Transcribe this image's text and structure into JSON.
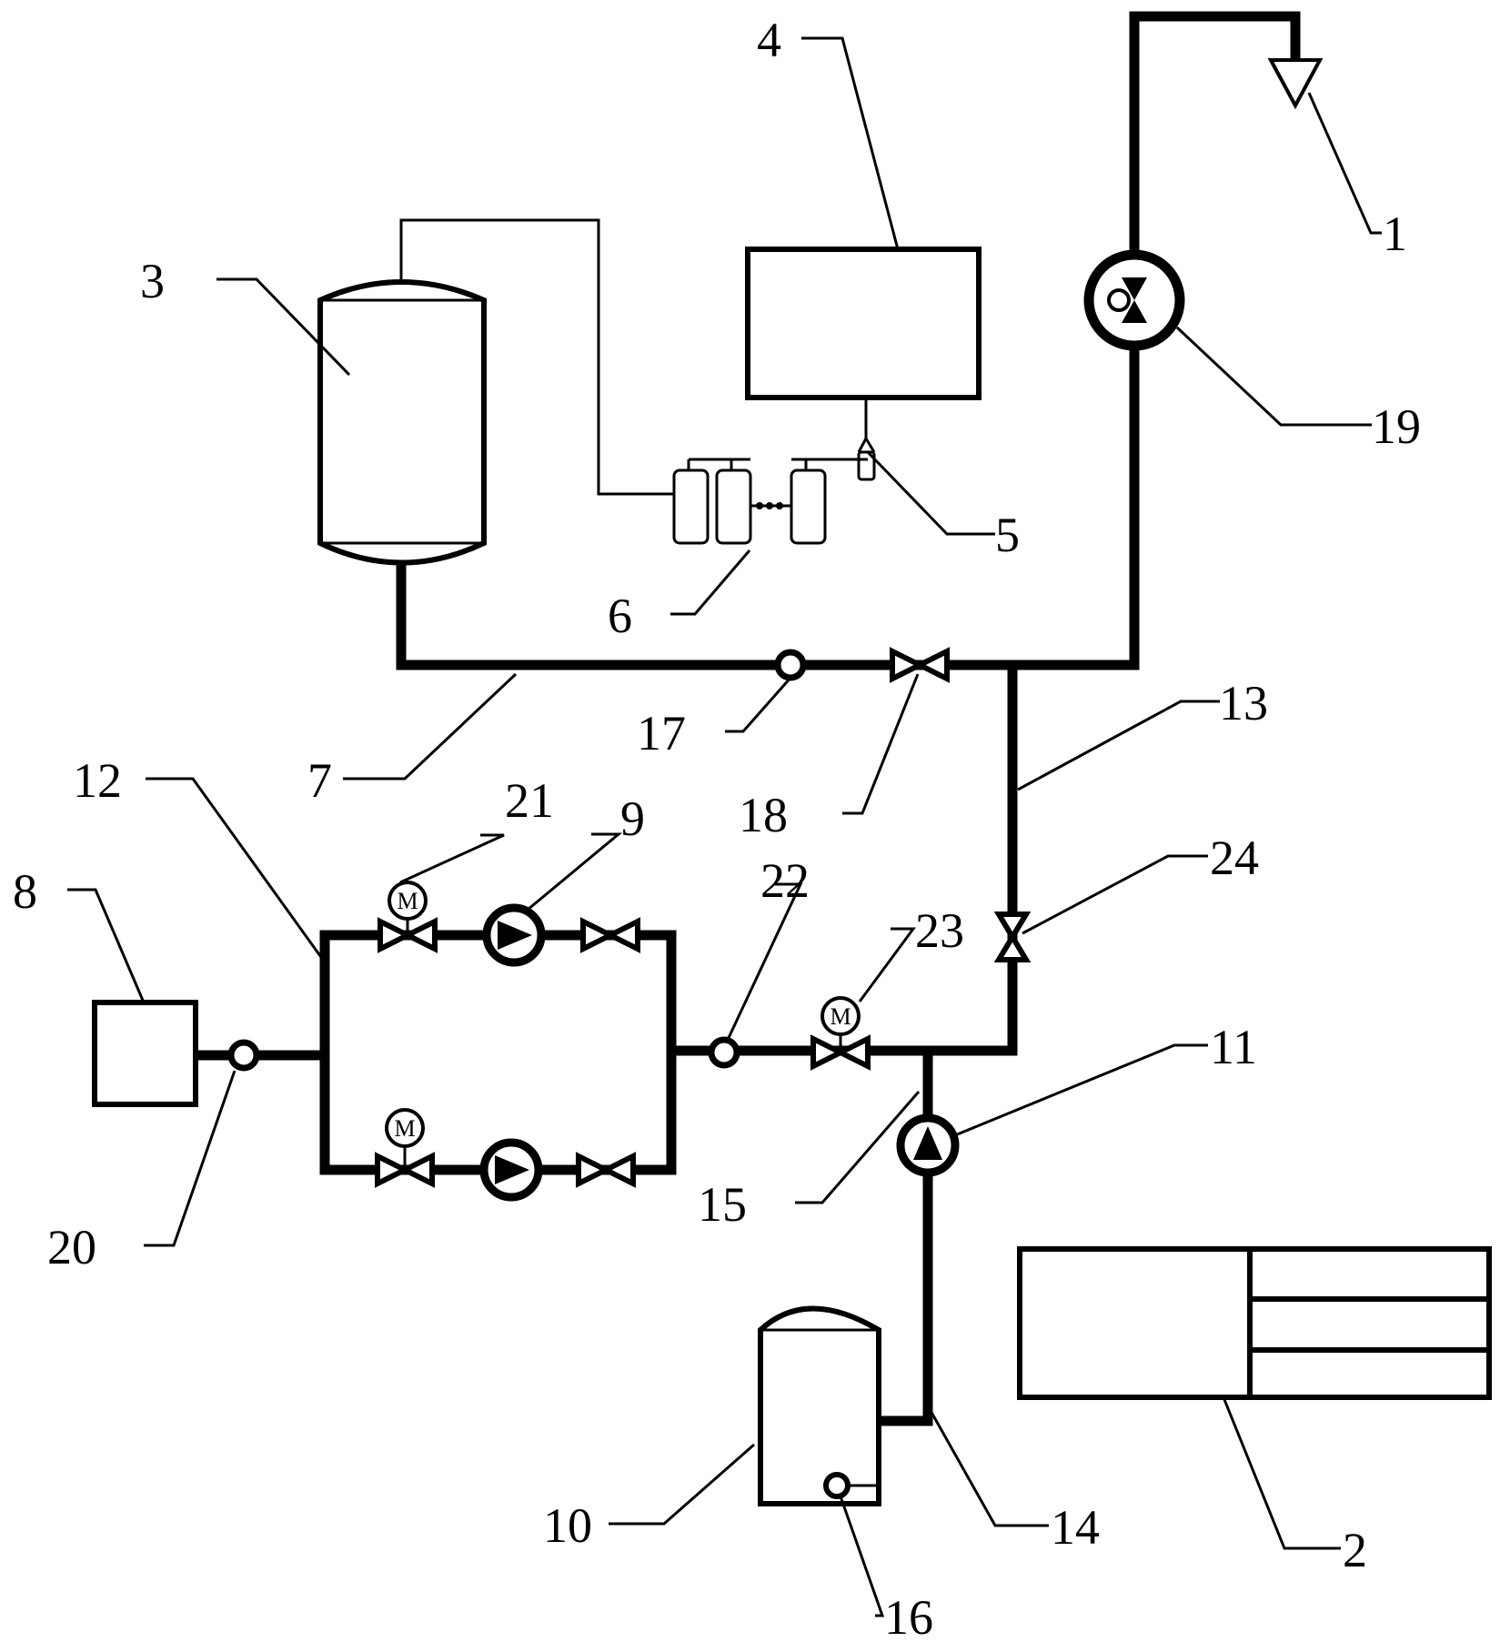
{
  "labels": {
    "n1": "1",
    "n2": "2",
    "n3": "3",
    "n4": "4",
    "n5": "5",
    "n6": "6",
    "n7": "7",
    "n8": "8",
    "n9": "9",
    "n10": "10",
    "n11": "11",
    "n12": "12",
    "n13": "13",
    "n14": "14",
    "n15": "15",
    "n16": "16",
    "n17": "17",
    "n18": "18",
    "n19": "19",
    "n20": "20",
    "n21": "21",
    "n22": "22",
    "n23": "23",
    "n24": "24"
  },
  "motor_symbol": "M"
}
